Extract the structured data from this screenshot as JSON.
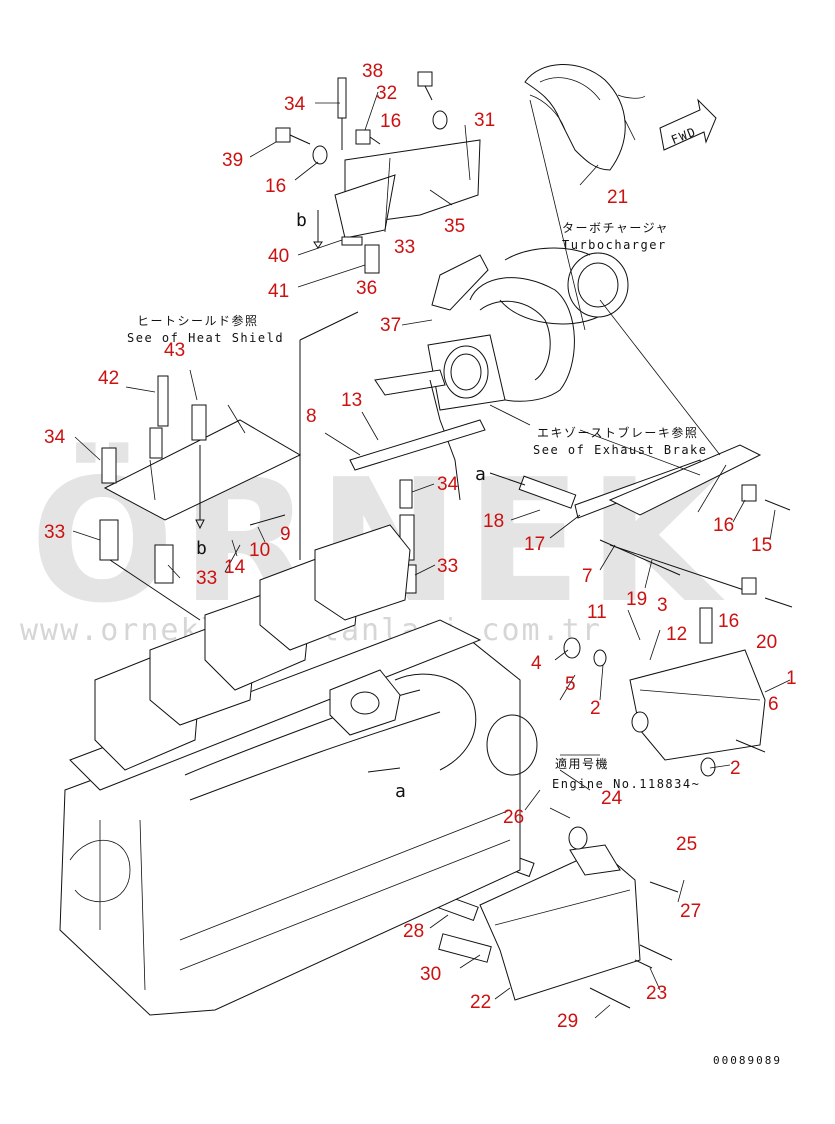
{
  "watermark": {
    "brand": "ÖRNEK",
    "url": "www.orneklerimalanlari.com.tr"
  },
  "notes": {
    "heat_shield_jp": "ヒートシールド参照",
    "heat_shield_en": "See of Heat Shield",
    "turbo_jp": "ターボチャージャ",
    "turbo_en": "Turbocharger",
    "exhaust_jp": "エキゾーストブレーキ参照",
    "exhaust_en": "See of Exhaust Brake",
    "applicable_jp": "適用号機",
    "engine_no": "Engine No.118834~",
    "fwd": "FWD"
  },
  "view_refs": {
    "a_upper": "a",
    "a_lower": "a",
    "b_upper": "b",
    "b_lower": "b"
  },
  "doc_number": "00089089",
  "callouts": [
    "38",
    "32",
    "34",
    "16",
    "31",
    "39",
    "16",
    "21",
    "35",
    "40",
    "33",
    "41",
    "36",
    "37",
    "43",
    "42",
    "8",
    "13",
    "34",
    "34",
    "18",
    "17",
    "16",
    "15",
    "33",
    "9",
    "10",
    "14",
    "33",
    "33",
    "7",
    "19",
    "3",
    "16",
    "20",
    "11",
    "12",
    "1",
    "6",
    "4",
    "5",
    "2",
    "2",
    "24",
    "26",
    "25",
    "27",
    "28",
    "23",
    "30",
    "22",
    "29"
  ]
}
